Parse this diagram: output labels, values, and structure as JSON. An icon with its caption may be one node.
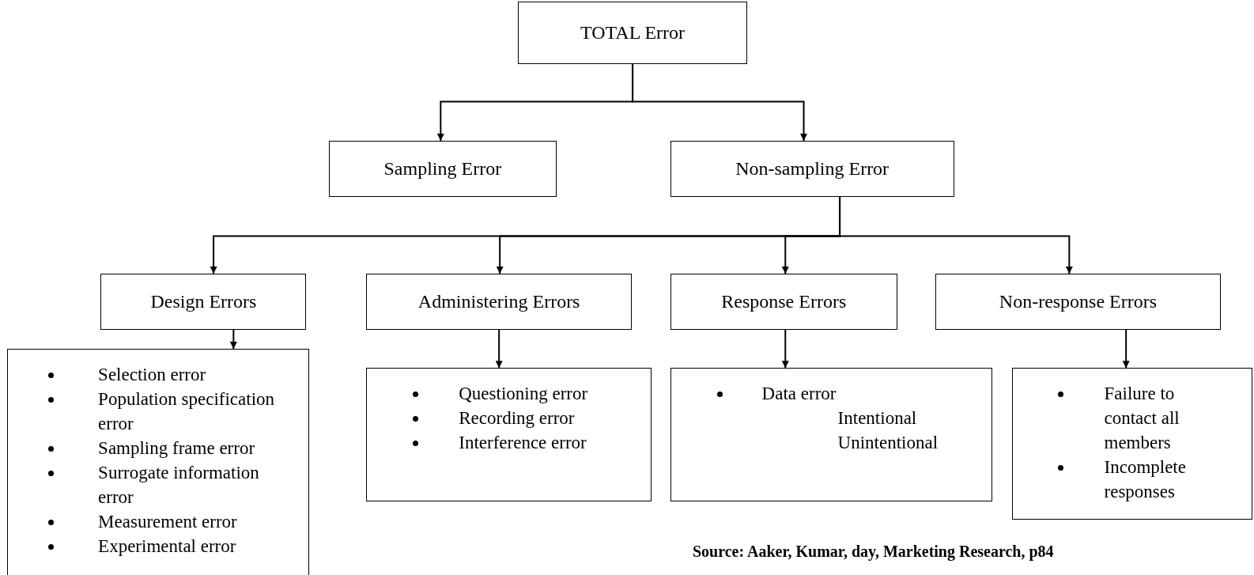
{
  "diagram": {
    "nodes": [
      {
        "text": [
          "TOTAL Error"
        ]
      },
      {
        "text": [
          "Sampling Error"
        ]
      },
      {
        "text": [
          "Non-sampling Error"
        ]
      },
      {
        "text": [
          "Design Errors"
        ]
      },
      {
        "text": [
          "Administering Errors"
        ]
      },
      {
        "text": [
          "Response Errors"
        ]
      },
      {
        "text": [
          "Non-response Errors"
        ]
      },
      {
        "text": [
          "Selection error",
          "Population specification error",
          "Sampling frame error",
          "Surrogate information error",
          "Measurement error",
          "Experimental error"
        ]
      },
      {
        "text": [
          "Questioning error",
          "Recording error",
          "Interference error"
        ]
      },
      {
        "text": [
          "Data error",
          "Intentional",
          "Unintentional"
        ]
      },
      {
        "text": [
          "Failure to contact all members",
          "Incomplete responses"
        ]
      }
    ],
    "edges": [
      {
        "from": 0,
        "to": 1,
        "arrow": "to"
      },
      {
        "from": 0,
        "to": 2,
        "arrow": "to"
      },
      {
        "from": 2,
        "to": 3,
        "arrow": "to"
      },
      {
        "from": 2,
        "to": 4,
        "arrow": "to"
      },
      {
        "from": 2,
        "to": 5,
        "arrow": "to"
      },
      {
        "from": 2,
        "to": 6,
        "arrow": "to"
      },
      {
        "from": 3,
        "to": 7,
        "arrow": "to"
      },
      {
        "from": 4,
        "to": 8,
        "arrow": "to"
      },
      {
        "from": 5,
        "to": 9,
        "arrow": "to"
      },
      {
        "from": 6,
        "to": 10,
        "arrow": "to"
      }
    ],
    "labels": [
      "Source: Aaker, Kumar, day, Marketing Research, p84"
    ]
  }
}
